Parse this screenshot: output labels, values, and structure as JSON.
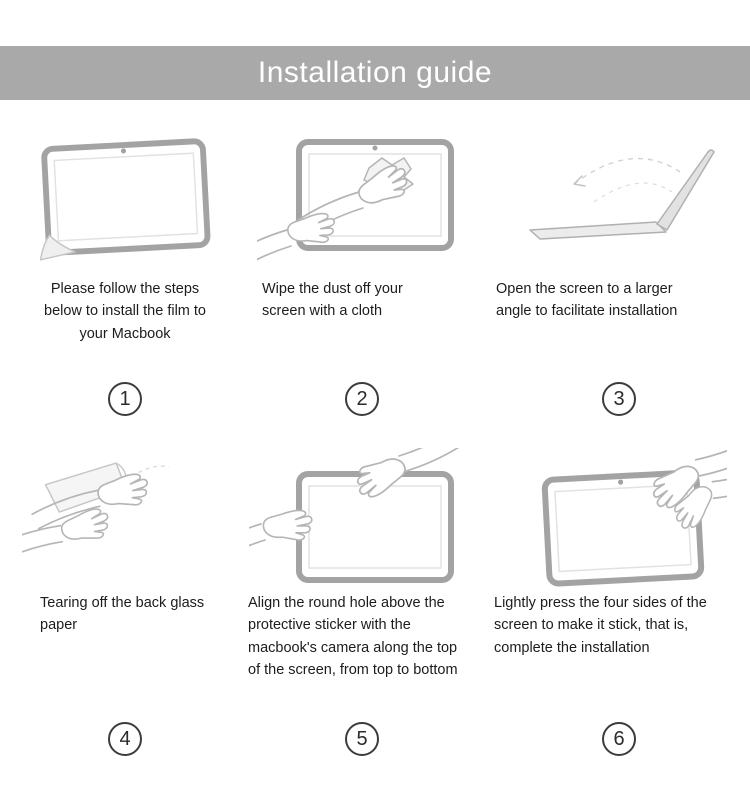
{
  "header": {
    "title": "Installation guide"
  },
  "steps": [
    {
      "number": "1",
      "icon": "macbook-film-peel-icon",
      "caption": "Please follow the steps below to install the film to your Macbook"
    },
    {
      "number": "2",
      "icon": "wipe-screen-cloth-icon",
      "caption": "Wipe the dust off your screen with a cloth"
    },
    {
      "number": "3",
      "icon": "open-laptop-angle-icon",
      "caption": "Open the screen to a larger angle to facilitate installation"
    },
    {
      "number": "4",
      "icon": "tear-back-paper-icon",
      "caption": "Tearing off the back glass paper"
    },
    {
      "number": "5",
      "icon": "align-camera-hole-icon",
      "caption": "Align the round hole above the protective sticker with the macbook's camera along the top of the screen, from top to bottom"
    },
    {
      "number": "6",
      "icon": "press-four-sides-icon",
      "caption": "Lightly press the four sides of the screen to make it stick, that is, complete the installation"
    }
  ],
  "colors": {
    "header_bg": "#a9a9a9",
    "header_text": "#ffffff",
    "line_art": "#b5b5b5",
    "frame_gray": "#a3a3a3",
    "caption_text": "#1c1c1c"
  }
}
